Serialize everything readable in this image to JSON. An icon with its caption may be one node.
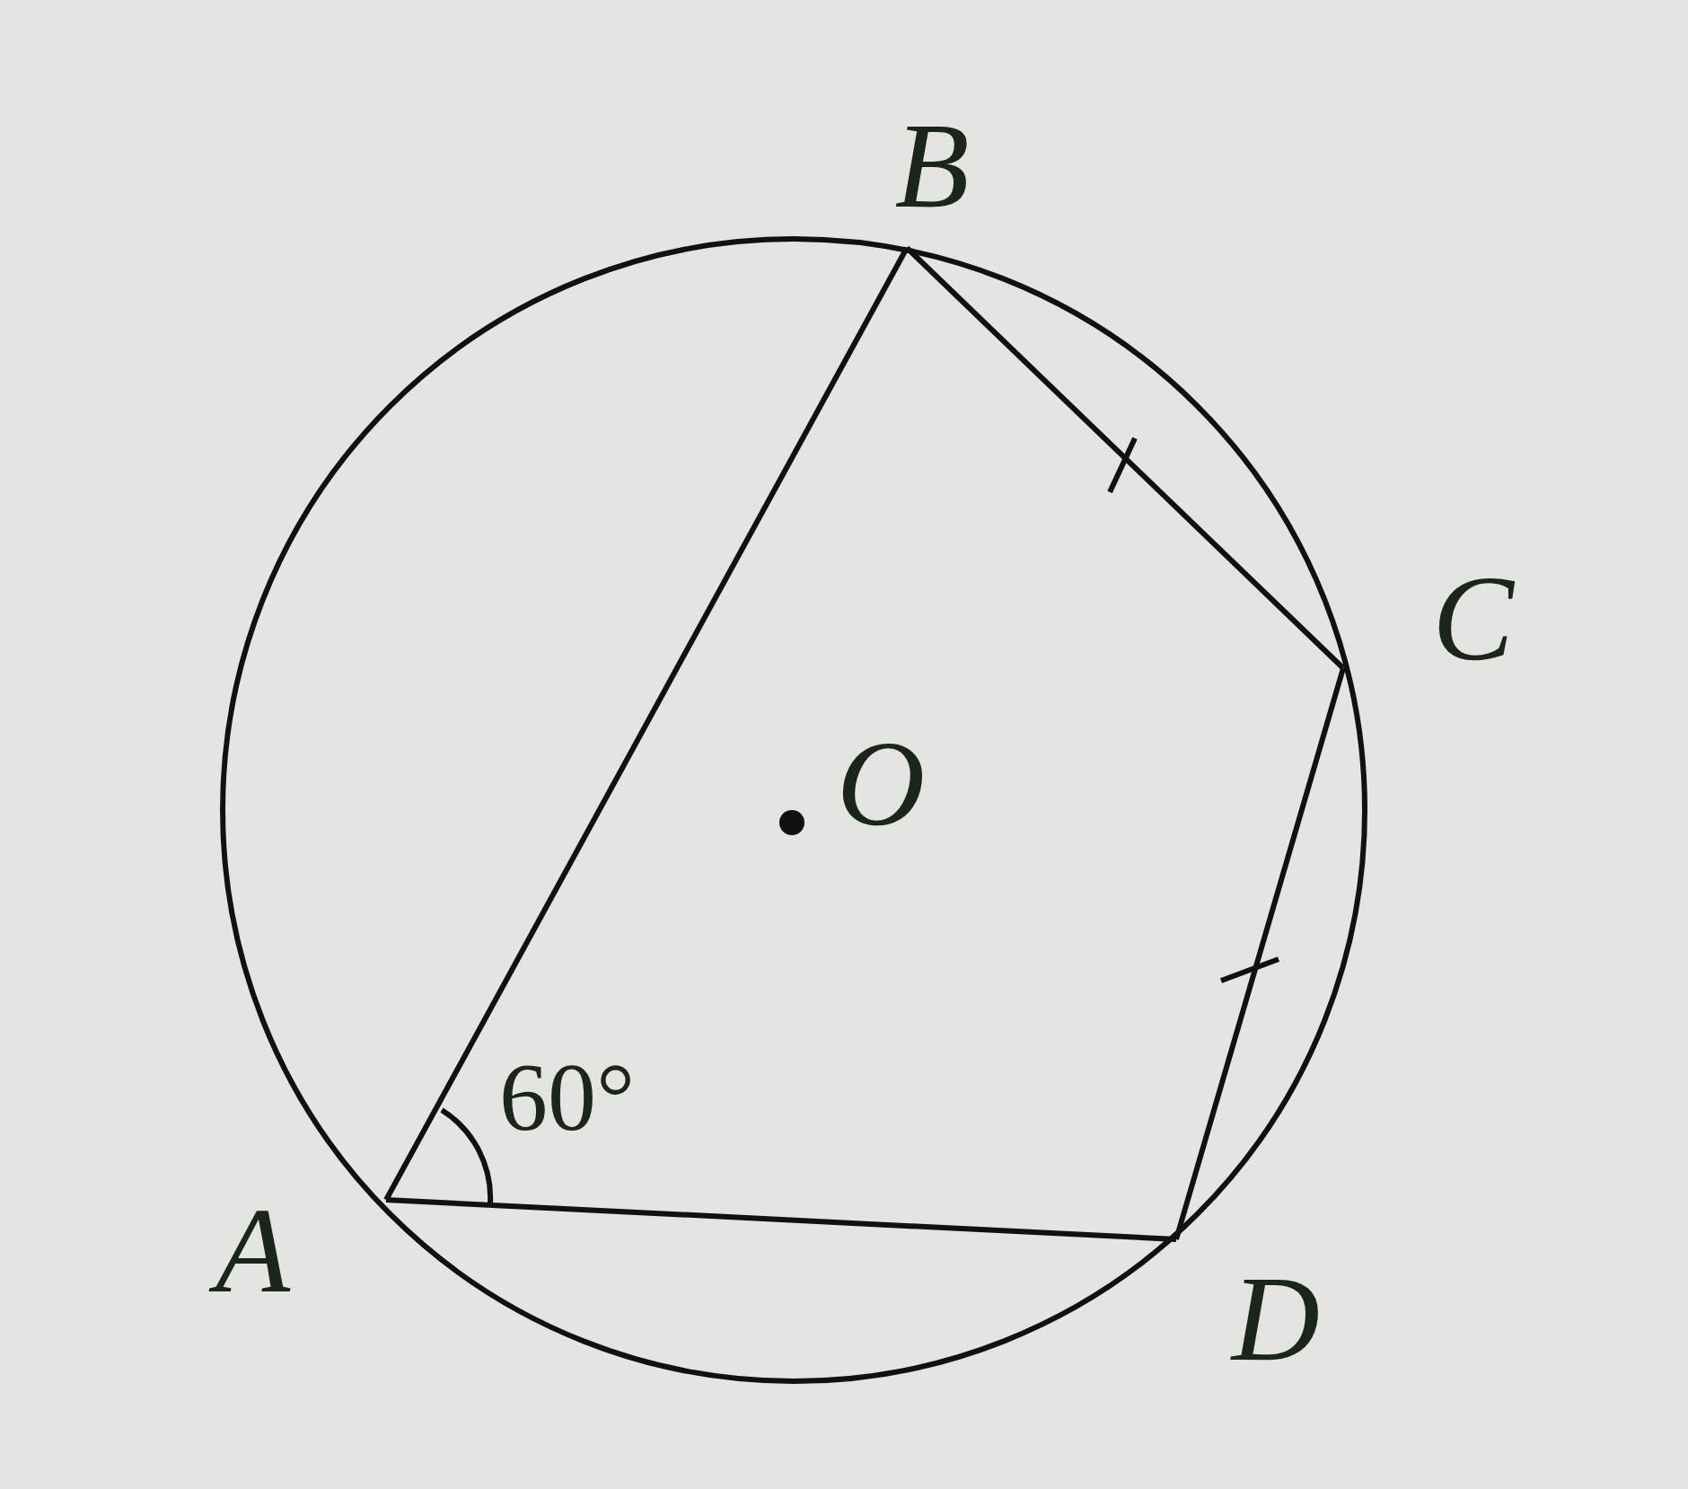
{
  "diagram": {
    "nodes": [
      {
        "text": [
          "A"
        ]
      },
      {
        "text": [
          "B"
        ]
      },
      {
        "text": [
          "C"
        ]
      },
      {
        "text": [
          "D"
        ]
      }
    ],
    "edges": [
      {
        "from": 0,
        "to": 1,
        "arrow": "none"
      },
      {
        "from": 1,
        "to": 2,
        "arrow": "none"
      },
      {
        "from": 2,
        "to": 3,
        "arrow": "none"
      },
      {
        "from": 3,
        "to": 0,
        "arrow": "none"
      }
    ],
    "labels": [
      "O",
      "60°"
    ]
  }
}
